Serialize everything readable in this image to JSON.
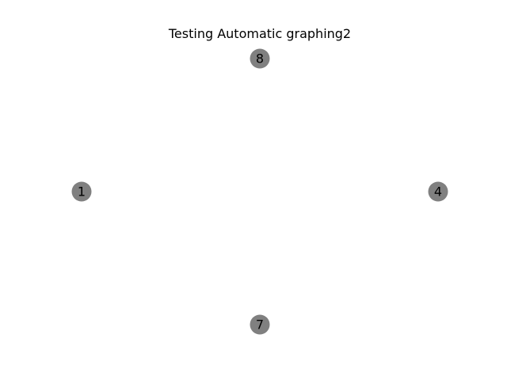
{
  "diagram": {
    "title": "Testing Automatic graphing2",
    "node_color": "#808080",
    "label_color": "#000000",
    "nodes": [
      {
        "id": "8",
        "label": "8"
      },
      {
        "id": "1",
        "label": "1"
      },
      {
        "id": "4",
        "label": "4"
      },
      {
        "id": "7",
        "label": "7"
      }
    ],
    "edges": []
  }
}
